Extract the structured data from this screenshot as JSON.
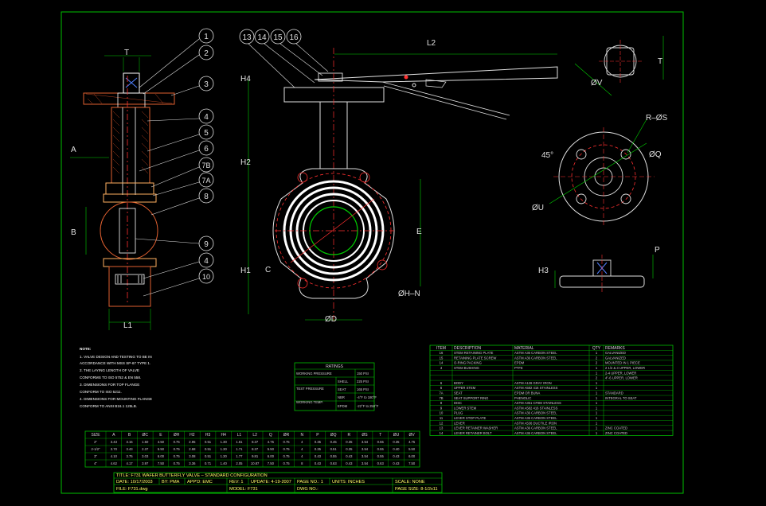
{
  "balloons_left": [
    "1",
    "2",
    "3",
    "4",
    "5",
    "6",
    "7B",
    "7A",
    "8",
    "9",
    "4",
    "10"
  ],
  "balloons_top": [
    "13",
    "14",
    "15",
    "16"
  ],
  "dims": {
    "T": "T",
    "A": "A",
    "B": "B",
    "L1": "L1",
    "L2": "L2",
    "H4": "H4",
    "H2": "H2",
    "H1": "H1",
    "C": "C",
    "E": "E",
    "D": "ØD",
    "HN": "ØH–N",
    "T_right": "T",
    "V": "ØV",
    "RS": "R–ØS",
    "deg45": "45°",
    "Q": "ØQ",
    "U": "ØU",
    "H3": "H3",
    "P": "P"
  },
  "notes": {
    "heading": "NOTE:",
    "lines": [
      "1. VALVE DESIGN AND TESTING TO BE IN",
      "    ACCORDANCE WITH MSS SP-67 TYPE 1.",
      "2. THE LAYING LENGTH OF VALVE",
      "    CONFORMS TO ISO 5752 & EN 558.",
      "3. DIMENSIONS FOR TOP FLANGE",
      "    CONFORM TO ISO 5211.",
      "4. DIMENSIONS FOR MOUNTING FLANGE",
      "    CONFORM TO ANSI B16.1 125LB."
    ]
  },
  "ratings": {
    "header": "RATINGS",
    "rows": [
      [
        "WORKING PRESSURE",
        "",
        "150 PSI"
      ],
      [
        "TEST PRESSURE",
        "SHELL",
        "225 PSI"
      ],
      [
        "",
        "SEAT",
        "165 PSI"
      ],
      [
        "WORKING TEMP.",
        "NBR",
        "-4°F to 180°F"
      ],
      [
        "",
        "EPDM",
        "-22°F to 250°F"
      ]
    ]
  },
  "bom": {
    "headers": [
      "ITEM",
      "DESCRIPTION",
      "MATERIAL",
      "QTY",
      "REMARKS"
    ],
    "rows": [
      [
        "16",
        "STEM RETAINING PLATE",
        "ASTM A36 CARBON STEEL",
        "1",
        "GALVANIZED"
      ],
      [
        "15",
        "RETAINING PLATE SCREW",
        "ASTM A36 CARBON STEEL",
        "2",
        "GALVANIZED"
      ],
      [
        "14",
        "O-RING PACKING",
        "EPDM",
        "2",
        "MOUNTED IN 1 PIECE"
      ],
      [
        "4",
        "STEM BUSHING",
        "PTFE",
        "1",
        "2 1/2 & 3 UPPER, LOWER"
      ],
      [
        "",
        "",
        "",
        "1",
        "2-4 UPPER, LOWER"
      ],
      [
        "",
        "",
        "",
        "2",
        "4\"-6 UPPER, LOWER"
      ],
      [
        "6",
        "BODY",
        "ASTM A126 GRAY IRON",
        "1",
        ""
      ],
      [
        "6",
        "UPPER STEM",
        "ASTM A582 416 STAINLESS",
        "1",
        ""
      ],
      [
        "7A",
        "SEAT",
        "EPDM OR BUNA",
        "1",
        "STANDARD"
      ],
      [
        "7B",
        "SEAT SUPPORT RING",
        "PHENOLIC",
        "1",
        "INTEGRAL TO SEAT"
      ],
      [
        "8",
        "DISC",
        "ASTM A351 CF8M STAINLESS",
        "1",
        ""
      ],
      [
        "9",
        "LOWER STEM",
        "ASTM A582 416 STAINLESS",
        "1",
        ""
      ],
      [
        "10",
        "PLUG",
        "ASTM A36 CARBON STEEL",
        "1",
        ""
      ],
      [
        "11",
        "LEVER STOP PLATE",
        "ASTM A36 CARBON STEEL",
        "1",
        ""
      ],
      [
        "12",
        "LEVER",
        "ASTM A536 DUCTILE IRON",
        "1",
        ""
      ],
      [
        "13",
        "LEVER RETAINER WASHER",
        "ASTM A36 CARBON STEEL",
        "1",
        "ZINC COATED"
      ],
      [
        "14",
        "LEVER RETAINER BOLT",
        "ASTM A36 CARBON STEEL",
        "1",
        "ZINC COATED"
      ]
    ]
  },
  "dim_table": {
    "headers": [
      "SIZE",
      "A",
      "B",
      "ØC",
      "E",
      "ØH",
      "H2",
      "H3",
      "H4",
      "L1",
      "L2",
      "Q",
      "ØR",
      "N",
      "P",
      "ØQ",
      "R",
      "ØS",
      "T",
      "ØU",
      "ØV"
    ],
    "rows": [
      [
        "2\"",
        "3.43",
        "3.15",
        "1.50",
        "4.50",
        "0.75",
        "2.95",
        "0.51",
        "1.30",
        "1.61",
        "8.37",
        "4.75",
        "0.75",
        "4",
        "0.35",
        "0.45",
        "0.35",
        "3.54",
        "0.55",
        "0.35",
        "4.75"
      ],
      [
        "2-1/2\"",
        "3.70",
        "3.43",
        "2.37",
        "5.50",
        "0.75",
        "2.68",
        "0.51",
        "1.30",
        "1.71",
        "8.37",
        "5.50",
        "0.75",
        "4",
        "0.35",
        "0.51",
        "0.35",
        "3.54",
        "0.55",
        "0.40",
        "5.50"
      ],
      [
        "3\"",
        "4.10",
        "3.75",
        "3.03",
        "6.00",
        "0.75",
        "3.08",
        "0.51",
        "1.30",
        "1.77",
        "9.81",
        "6.00",
        "0.75",
        "4",
        "0.43",
        "0.55",
        "0.43",
        "3.54",
        "0.55",
        "0.43",
        "6.00"
      ],
      [
        "4\"",
        "4.62",
        "4.17",
        "3.97",
        "7.50",
        "0.75",
        "3.36",
        "0.71",
        "1.40",
        "2.05",
        "10.87",
        "7.50",
        "0.75",
        "8",
        "0.43",
        "0.63",
        "0.43",
        "3.54",
        "0.63",
        "0.43",
        "7.50"
      ]
    ]
  },
  "title_block": {
    "title": "TITLE: F731 WAFER BUTTERFLY VALVE – STANDARD CONFIGURATION",
    "date": "DATE: 10/17/2003",
    "by": "BY: PMA",
    "appd": "APP'D: EMC",
    "rev": "REV: 1",
    "update": "UPDATE: 4-19-2007",
    "page": "PAGE NO.: 1",
    "units": "UNITS: INCHES",
    "scale": "SCALE: NONE",
    "file": "FILE: F731.dwg",
    "model": "MODEL: F731",
    "dwg": "DWG NO.:",
    "size": "PAGE SIZE: 8-1/2x11"
  }
}
